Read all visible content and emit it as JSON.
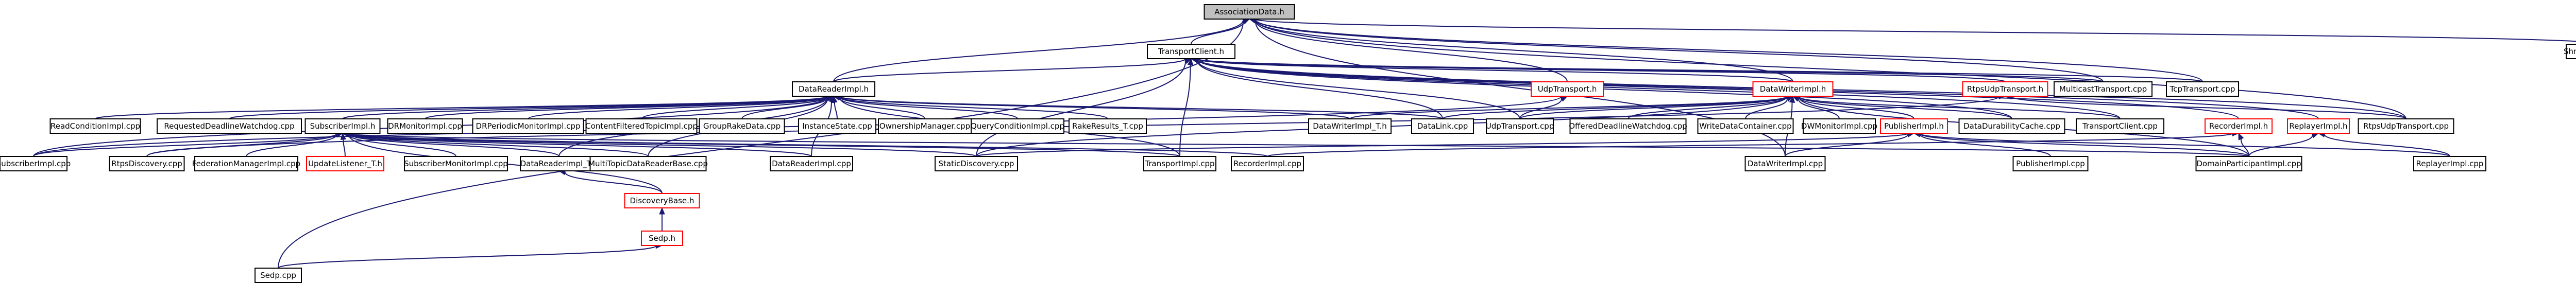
{
  "colors": {
    "edge": "#191970",
    "node_border": "#000000",
    "node_border_truncated": "#ff0000",
    "root_fill": "#bfbfbf",
    "node_fill": "#ffffff",
    "text": "#000000"
  },
  "nodes": [
    {
      "id": "assoc",
      "label": "AssociationData.h",
      "root": true
    },
    {
      "id": "tclient_h",
      "label": "TransportClient.h"
    },
    {
      "id": "shmem",
      "label": "ShmemTransport.cpp"
    },
    {
      "id": "dri_h",
      "label": "DataReaderImpl.h"
    },
    {
      "id": "udp_h",
      "label": "UdpTransport.h",
      "truncated": true
    },
    {
      "id": "dwi_h",
      "label": "DataWriterImpl.h",
      "truncated": true
    },
    {
      "id": "rtpsudp_h",
      "label": "RtpsUdpTransport.h",
      "truncated": true
    },
    {
      "id": "multicast",
      "label": "MulticastTransport.cpp"
    },
    {
      "id": "tcp",
      "label": "TcpTransport.cpp"
    },
    {
      "id": "readcond",
      "label": "ReadConditionImpl.cpp"
    },
    {
      "id": "reqdeadline",
      "label": "RequestedDeadlineWatchdog.cpp"
    },
    {
      "id": "subimpl_h",
      "label": "SubscriberImpl.h"
    },
    {
      "id": "dcpsmon",
      "label": "DRMonitorImpl.cpp"
    },
    {
      "id": "drperiodic",
      "label": "DRPeriodicMonitorImpl.cpp"
    },
    {
      "id": "cftopic",
      "label": "ContentFilteredTopicImpl.cpp"
    },
    {
      "id": "grouprake",
      "label": "GroupRakeData.cpp"
    },
    {
      "id": "instancestate",
      "label": "InstanceState.cpp"
    },
    {
      "id": "ownership",
      "label": "OwnershipManager.cpp"
    },
    {
      "id": "querycond",
      "label": "QueryConditionImpl.cpp"
    },
    {
      "id": "rakeresults",
      "label": "RakeResults_T.cpp"
    },
    {
      "id": "dwi_t",
      "label": "DataWriterImpl_T.h"
    },
    {
      "id": "datalink",
      "label": "DataLink.cpp"
    },
    {
      "id": "udpcpp",
      "label": "UdpTransport.cpp"
    },
    {
      "id": "offereddeadline",
      "label": "OfferedDeadlineWatchdog.cpp"
    },
    {
      "id": "writedata",
      "label": "WriteDataContainer.cpp"
    },
    {
      "id": "dwmon",
      "label": "DWMonitorImpl.cpp"
    },
    {
      "id": "pub_h",
      "label": "PublisherImpl.h",
      "truncated": true
    },
    {
      "id": "durcache",
      "label": "DataDurabilityCache.cpp"
    },
    {
      "id": "tclientcpp",
      "label": "TransportClient.cpp"
    },
    {
      "id": "rec_h",
      "label": "RecorderImpl.h",
      "truncated": true
    },
    {
      "id": "rep_h",
      "label": "ReplayerImpl.h",
      "truncated": true
    },
    {
      "id": "rtpsudpcpp",
      "label": "RtpsUdpTransport.cpp"
    },
    {
      "id": "subcpp",
      "label": "SubscriberImpl.cpp"
    },
    {
      "id": "rtpsdisc",
      "label": "RtpsDiscovery.cpp"
    },
    {
      "id": "fedmgr",
      "label": "FederationManagerImpl.cpp"
    },
    {
      "id": "updlistener",
      "label": "UpdateListener_T.h",
      "truncated": true
    },
    {
      "id": "submon",
      "label": "SubscriberMonitorImpl.cpp"
    },
    {
      "id": "dri_t",
      "label": "DataReaderImpl_T.h"
    },
    {
      "id": "multitopic",
      "label": "MultiTopicDataReaderBase.cpp"
    },
    {
      "id": "dricpp",
      "label": "DataReaderImpl.cpp"
    },
    {
      "id": "staticdisc",
      "label": "StaticDiscovery.cpp"
    },
    {
      "id": "transportimpl",
      "label": "TransportImpl.cpp"
    },
    {
      "id": "reccpp",
      "label": "RecorderImpl.cpp"
    },
    {
      "id": "dwicpp",
      "label": "DataWriterImpl.cpp"
    },
    {
      "id": "pubcpp",
      "label": "PublisherImpl.cpp"
    },
    {
      "id": "dpicpp",
      "label": "DomainParticipantImpl.cpp"
    },
    {
      "id": "repcpp",
      "label": "ReplayerImpl.cpp"
    },
    {
      "id": "discbase",
      "label": "DiscoveryBase.h",
      "truncated": true
    },
    {
      "id": "sedp_h",
      "label": "Sedp.h",
      "truncated": true
    },
    {
      "id": "sedpcpp",
      "label": "Sedp.cpp"
    }
  ],
  "edges": [
    [
      "assoc",
      "tclient_h"
    ],
    [
      "assoc",
      "shmem"
    ],
    [
      "assoc",
      "dri_h"
    ],
    [
      "assoc",
      "udp_h"
    ],
    [
      "assoc",
      "dwi_h"
    ],
    [
      "assoc",
      "multicast"
    ],
    [
      "assoc",
      "tcp"
    ],
    [
      "assoc",
      "rtpsudpcpp"
    ],
    [
      "assoc",
      "dwicpp"
    ],
    [
      "assoc",
      "sedpcpp"
    ],
    [
      "tclient_h",
      "dri_h"
    ],
    [
      "tclient_h",
      "dwi_h"
    ],
    [
      "tclient_h",
      "rtpsudp_h"
    ],
    [
      "tclient_h",
      "multicast"
    ],
    [
      "tclient_h",
      "tcp"
    ],
    [
      "tclient_h",
      "udpcpp"
    ],
    [
      "tclient_h",
      "datalink"
    ],
    [
      "tclient_h",
      "durcache"
    ],
    [
      "tclient_h",
      "tclientcpp"
    ],
    [
      "tclient_h",
      "rec_h"
    ],
    [
      "tclient_h",
      "rep_h"
    ],
    [
      "tclient_h",
      "rtpsudpcpp"
    ],
    [
      "tclient_h",
      "transportimpl"
    ],
    [
      "tclient_h",
      "staticdisc"
    ],
    [
      "dri_h",
      "readcond"
    ],
    [
      "dri_h",
      "reqdeadline"
    ],
    [
      "dri_h",
      "subimpl_h"
    ],
    [
      "dri_h",
      "dcpsmon"
    ],
    [
      "dri_h",
      "drperiodic"
    ],
    [
      "dri_h",
      "cftopic"
    ],
    [
      "dri_h",
      "grouprake"
    ],
    [
      "dri_h",
      "instancestate"
    ],
    [
      "dri_h",
      "ownership"
    ],
    [
      "dri_h",
      "querycond"
    ],
    [
      "dri_h",
      "rakeresults"
    ],
    [
      "dri_h",
      "dwi_t"
    ],
    [
      "dri_h",
      "dri_t"
    ],
    [
      "dri_h",
      "multitopic"
    ],
    [
      "dri_h",
      "dricpp"
    ],
    [
      "dri_h",
      "subcpp"
    ],
    [
      "dri_h",
      "transportimpl"
    ],
    [
      "dri_h",
      "datalink"
    ],
    [
      "udp_h",
      "udpcpp"
    ],
    [
      "udp_h",
      "subcpp"
    ],
    [
      "dwi_h",
      "dwi_t"
    ],
    [
      "dwi_h",
      "offereddeadline"
    ],
    [
      "dwi_h",
      "writedata"
    ],
    [
      "dwi_h",
      "dwmon"
    ],
    [
      "dwi_h",
      "pub_h"
    ],
    [
      "dwi_h",
      "durcache"
    ],
    [
      "dwi_h",
      "tclientcpp"
    ],
    [
      "dwi_h",
      "dwicpp"
    ],
    [
      "dwi_h",
      "dpicpp"
    ],
    [
      "dwi_h",
      "udpcpp"
    ],
    [
      "dwi_h",
      "datalink"
    ],
    [
      "dwi_h",
      "staticdisc"
    ],
    [
      "rtpsudp_h",
      "rtpsudpcpp"
    ],
    [
      "rtpsudp_h",
      "rtpsdisc"
    ],
    [
      "subimpl_h",
      "subcpp"
    ],
    [
      "subimpl_h",
      "rtpsdisc"
    ],
    [
      "subimpl_h",
      "fedmgr"
    ],
    [
      "subimpl_h",
      "updlistener"
    ],
    [
      "subimpl_h",
      "submon"
    ],
    [
      "subimpl_h",
      "dri_t"
    ],
    [
      "subimpl_h",
      "multitopic"
    ],
    [
      "subimpl_h",
      "dricpp"
    ],
    [
      "subimpl_h",
      "staticdisc"
    ],
    [
      "subimpl_h",
      "transportimpl"
    ],
    [
      "subimpl_h",
      "reccpp"
    ],
    [
      "subimpl_h",
      "dpicpp"
    ],
    [
      "pub_h",
      "pubcpp"
    ],
    [
      "pub_h",
      "dpicpp"
    ],
    [
      "pub_h",
      "dwicpp"
    ],
    [
      "pub_h",
      "staticdisc"
    ],
    [
      "pub_h",
      "repcpp"
    ],
    [
      "rec_h",
      "reccpp"
    ],
    [
      "rec_h",
      "dpicpp"
    ],
    [
      "rep_h",
      "repcpp"
    ],
    [
      "rep_h",
      "dpicpp"
    ],
    [
      "dri_t",
      "discbase"
    ],
    [
      "subimpl_h",
      "discbase"
    ],
    [
      "discbase",
      "sedp_h"
    ],
    [
      "sedp_h",
      "sedpcpp"
    ]
  ]
}
